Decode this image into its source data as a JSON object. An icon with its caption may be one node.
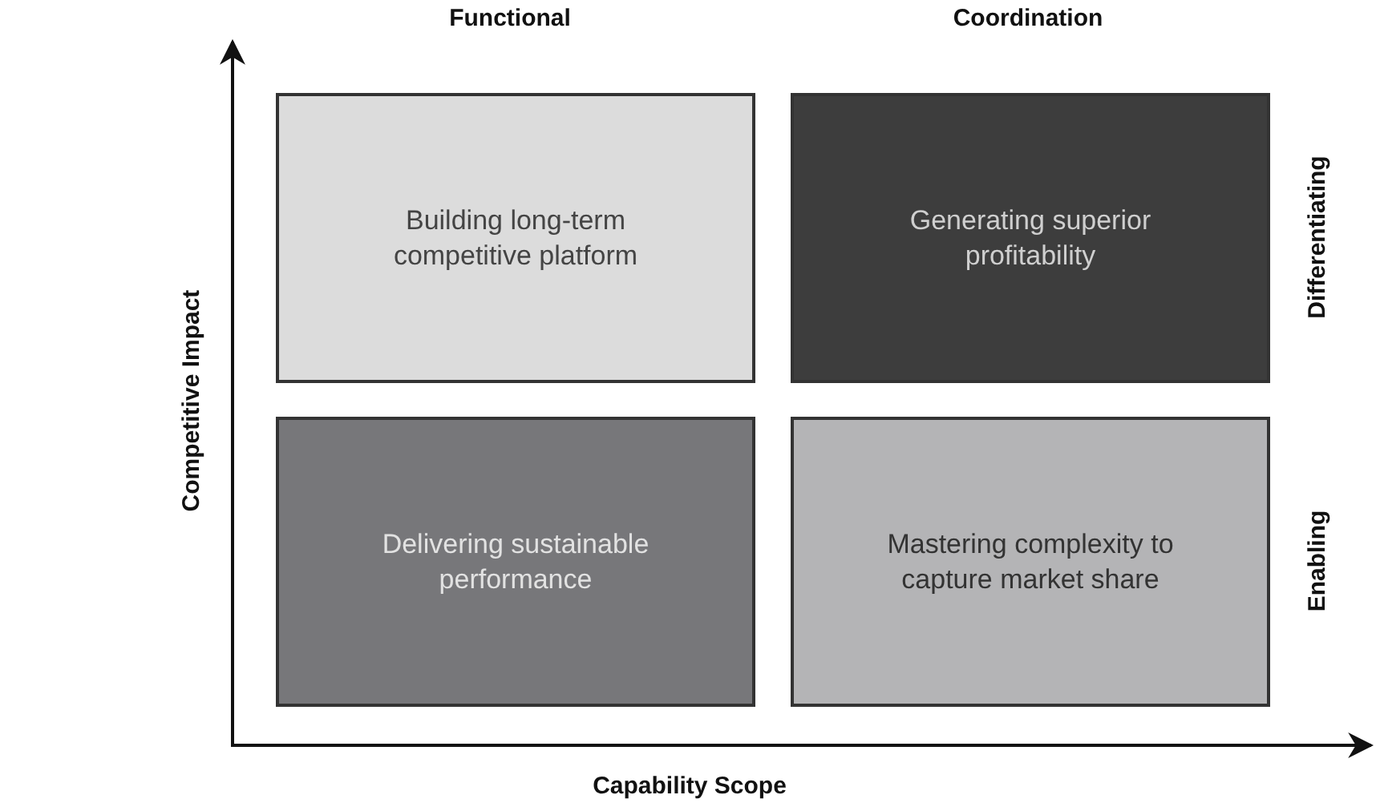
{
  "diagram": {
    "nodes": [
      {
        "text": [
          "Building long-term competitive platform"
        ]
      },
      {
        "text": [
          "Generating superior profitability"
        ]
      },
      {
        "text": [
          "Delivering sustainable performance"
        ]
      },
      {
        "text": [
          "Mastering complexity to capture market share"
        ]
      }
    ],
    "labels": [
      "Functional",
      "Coordination",
      "Differentiating",
      "Enabling",
      "Competitive Impact",
      "Capability Scope"
    ]
  }
}
